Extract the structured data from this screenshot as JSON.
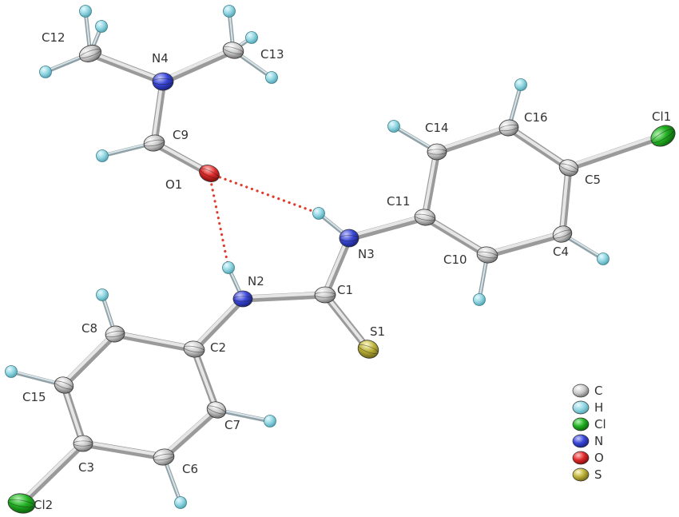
{
  "colors": {
    "C": "#c8c8c8",
    "H": "#8ed4e0",
    "Cl": "#22b022",
    "N": "#3a47d6",
    "O": "#e02a2a",
    "S": "#bdb23a"
  },
  "atoms": [
    {
      "id": "C12",
      "label": "C12",
      "element": "C"
    },
    {
      "id": "N4",
      "label": "N4",
      "element": "N"
    },
    {
      "id": "C13",
      "label": "C13",
      "element": "C"
    },
    {
      "id": "C9",
      "label": "C9",
      "element": "C"
    },
    {
      "id": "O1",
      "label": "O1",
      "element": "O"
    },
    {
      "id": "N3",
      "label": "N3",
      "element": "N"
    },
    {
      "id": "C11",
      "label": "C11",
      "element": "C"
    },
    {
      "id": "C14",
      "label": "C14",
      "element": "C"
    },
    {
      "id": "C16",
      "label": "C16",
      "element": "C"
    },
    {
      "id": "C5",
      "label": "C5",
      "element": "C"
    },
    {
      "id": "Cl1",
      "label": "Cl1",
      "element": "Cl"
    },
    {
      "id": "C4",
      "label": "C4",
      "element": "C"
    },
    {
      "id": "C10",
      "label": "C10",
      "element": "C"
    },
    {
      "id": "C1",
      "label": "C1",
      "element": "C"
    },
    {
      "id": "S1",
      "label": "S1",
      "element": "S"
    },
    {
      "id": "N2",
      "label": "N2",
      "element": "N"
    },
    {
      "id": "C2",
      "label": "C2",
      "element": "C"
    },
    {
      "id": "C8",
      "label": "C8",
      "element": "C"
    },
    {
      "id": "C15",
      "label": "C15",
      "element": "C"
    },
    {
      "id": "C3",
      "label": "C3",
      "element": "C"
    },
    {
      "id": "Cl2",
      "label": "Cl2",
      "element": "Cl"
    },
    {
      "id": "C6",
      "label": "C6",
      "element": "C"
    },
    {
      "id": "C7",
      "label": "C7",
      "element": "C"
    }
  ],
  "bonds": [
    [
      "C12",
      "N4"
    ],
    [
      "N4",
      "C13"
    ],
    [
      "N4",
      "C9"
    ],
    [
      "C9",
      "O1"
    ],
    [
      "N3",
      "C11"
    ],
    [
      "N3",
      "C1"
    ],
    [
      "C1",
      "N2"
    ],
    [
      "C1",
      "S1"
    ],
    [
      "N2",
      "C2"
    ],
    [
      "C11",
      "C14"
    ],
    [
      "C14",
      "C16"
    ],
    [
      "C16",
      "C5"
    ],
    [
      "C5",
      "C4"
    ],
    [
      "C4",
      "C10"
    ],
    [
      "C10",
      "C11"
    ],
    [
      "C5",
      "Cl1"
    ],
    [
      "C2",
      "C8"
    ],
    [
      "C8",
      "C15"
    ],
    [
      "C15",
      "C3"
    ],
    [
      "C3",
      "C6"
    ],
    [
      "C6",
      "C7"
    ],
    [
      "C7",
      "C2"
    ],
    [
      "C3",
      "Cl2"
    ]
  ],
  "hbonds": [
    [
      "O1",
      "H_N3"
    ],
    [
      "O1",
      "H_N2"
    ]
  ],
  "legend": [
    {
      "element": "C",
      "label": "C"
    },
    {
      "element": "H",
      "label": "H"
    },
    {
      "element": "Cl",
      "label": "Cl"
    },
    {
      "element": "N",
      "label": "N"
    },
    {
      "element": "O",
      "label": "O"
    },
    {
      "element": "S",
      "label": "S"
    }
  ]
}
